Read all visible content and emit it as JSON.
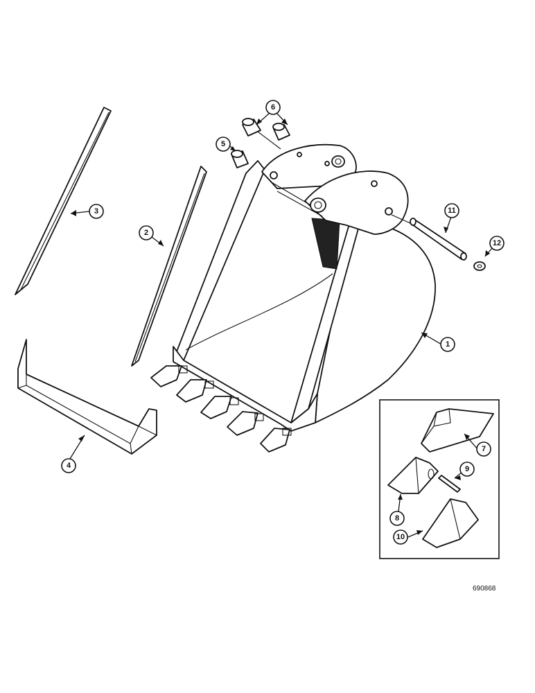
{
  "callouts": [
    {
      "id": "c1",
      "label": "1"
    },
    {
      "id": "c2",
      "label": "2"
    },
    {
      "id": "c3",
      "label": "3"
    },
    {
      "id": "c4",
      "label": "4"
    },
    {
      "id": "c5",
      "label": "5"
    },
    {
      "id": "c6a",
      "label": "6"
    },
    {
      "id": "c7",
      "label": "7"
    },
    {
      "id": "c8",
      "label": "8"
    },
    {
      "id": "c9",
      "label": "9"
    },
    {
      "id": "c10",
      "label": "10"
    },
    {
      "id": "c11",
      "label": "11"
    },
    {
      "id": "c12",
      "label": "12"
    }
  ],
  "document_id": "690868"
}
